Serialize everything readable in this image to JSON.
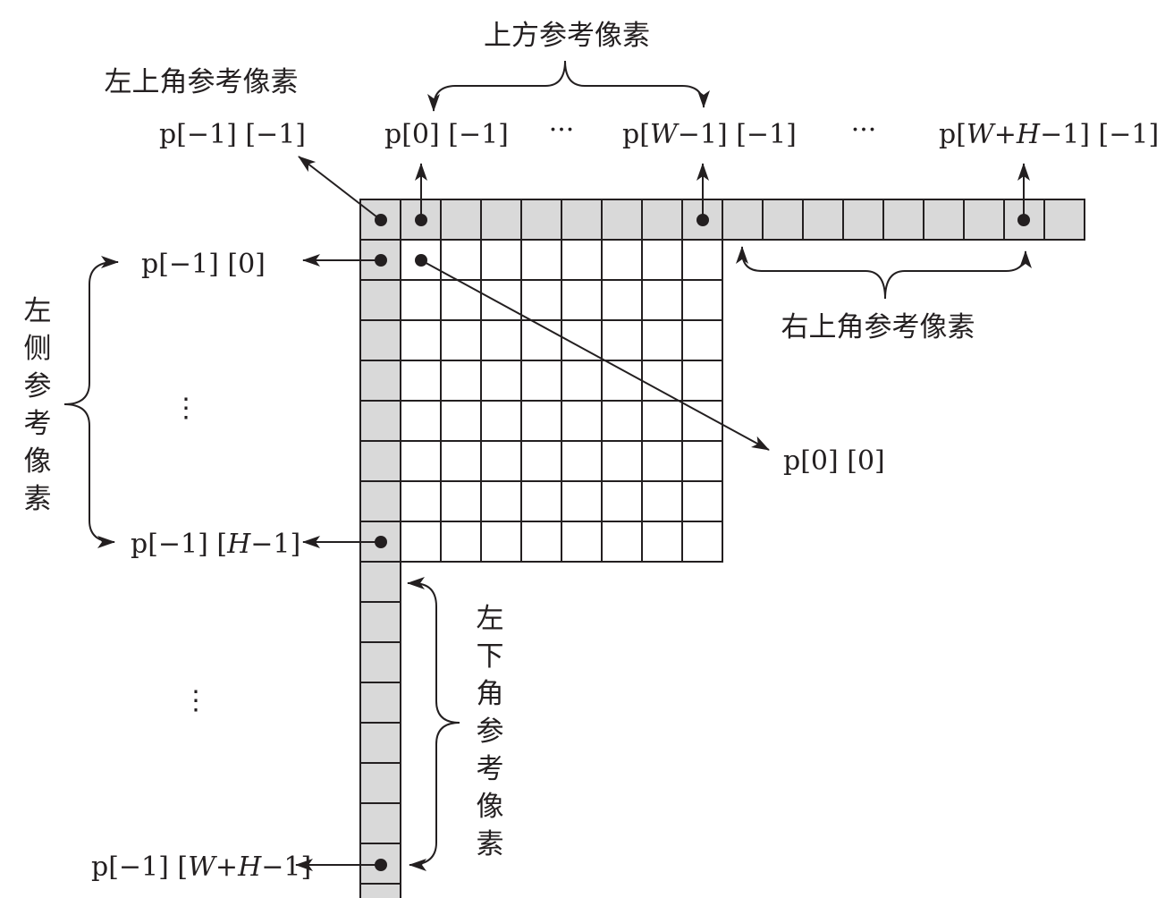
{
  "labels": {
    "top_group": "上方参考像素",
    "top_left_corner": "左上角参考像素",
    "top_right_group": "右上角参考像素",
    "left_group": [
      "左",
      "侧",
      "参",
      "考",
      "像",
      "素"
    ],
    "bottom_left_group": [
      "左",
      "下",
      "角",
      "参",
      "考",
      "像",
      "素"
    ]
  },
  "pixel_labels": {
    "corner": "p[−1] [−1]",
    "top_first": "p[0] [−1]",
    "top_last_prefix": "p[",
    "top_last_w": "W",
    "top_last_suffix": "−1] [−1]",
    "top_right_prefix": "p[",
    "top_right_w": "W",
    "top_right_plus": "+",
    "top_right_h": "H",
    "top_right_suffix": "−1] [−1]",
    "left_first": "p[−1] [0]",
    "left_last_prefix": "p[−1] [",
    "left_last_h": "H",
    "left_last_suffix": "−1]",
    "bottom_prefix": "p[−1] [",
    "bottom_w": "W",
    "bottom_plus": "+",
    "bottom_h": "H",
    "bottom_suffix": "−1]",
    "block_first": "p[0] [0]"
  },
  "ellipses": {
    "top_a": "···",
    "top_b": "···",
    "left_a": "⋮",
    "left_b": "⋮"
  },
  "grid": {
    "block_cols": 8,
    "block_rows": 8,
    "top_ref_count": 17,
    "left_ref_count": 17
  },
  "colors": {
    "reference_fill": "#d9d9d9",
    "block_fill": "#ffffff",
    "ink": "#231f20"
  }
}
